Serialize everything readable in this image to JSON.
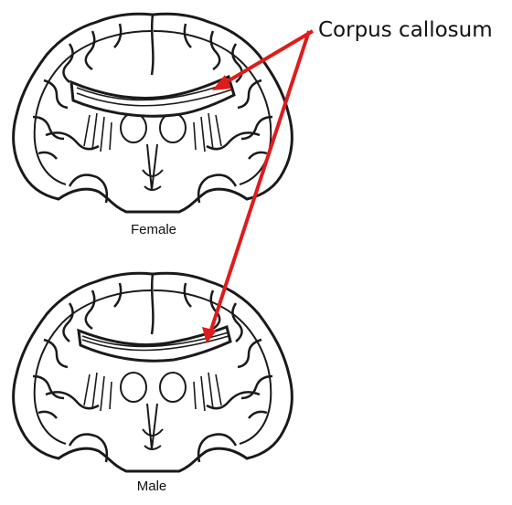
{
  "callout": {
    "label": "Corpus callosum",
    "arrow_color": "#e01b1b"
  },
  "brains": [
    {
      "label": "Female"
    },
    {
      "label": "Male"
    }
  ],
  "colors": {
    "ink": "#1a1a1a",
    "background": "#ffffff"
  }
}
